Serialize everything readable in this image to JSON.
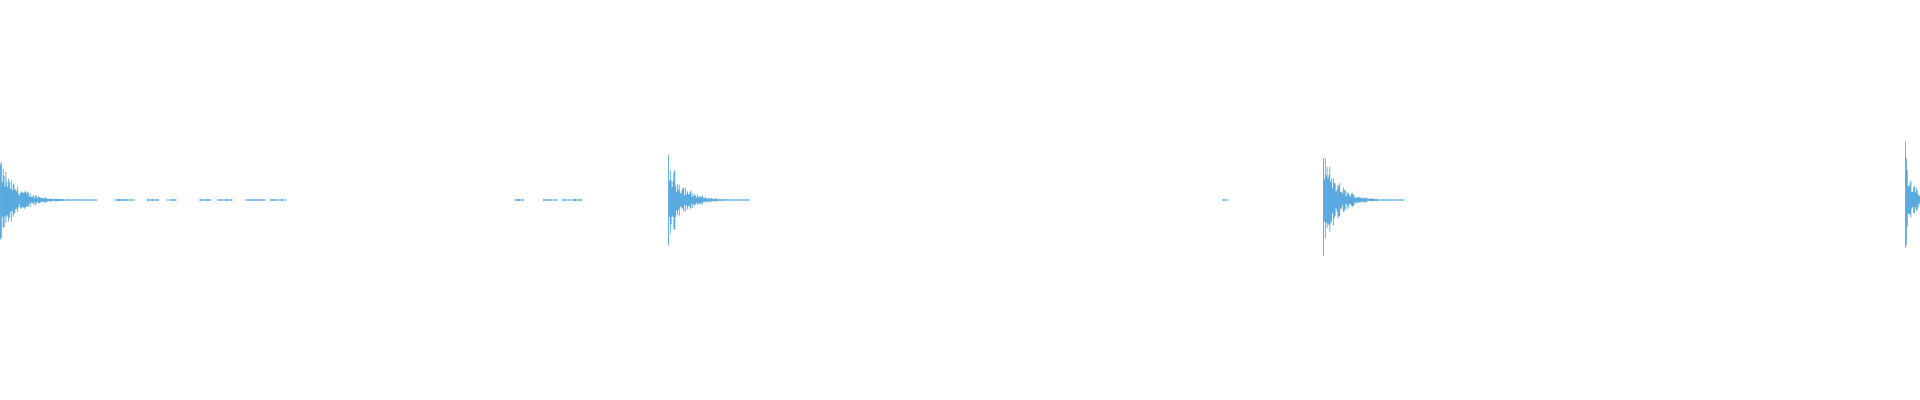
{
  "waveform": {
    "color": "#5aaae0",
    "background": "#ffffff",
    "hits": [
      {
        "time": 0.0,
        "peak": 0.38,
        "decay": 0.9
      },
      {
        "time": 0.348,
        "peak": 0.43,
        "decay": 0.75
      },
      {
        "time": 0.689,
        "peak": 0.49,
        "decay": 0.75
      },
      {
        "time": 0.992,
        "peak": 0.54,
        "decay": 0.35
      }
    ],
    "residual_segments": [
      {
        "start": 0.06,
        "end": 0.07
      },
      {
        "start": 0.077,
        "end": 0.083
      },
      {
        "start": 0.087,
        "end": 0.092
      },
      {
        "start": 0.104,
        "end": 0.11
      },
      {
        "start": 0.113,
        "end": 0.121
      },
      {
        "start": 0.128,
        "end": 0.138
      },
      {
        "start": 0.141,
        "end": 0.149
      },
      {
        "start": 0.268,
        "end": 0.273
      },
      {
        "start": 0.283,
        "end": 0.29
      },
      {
        "start": 0.293,
        "end": 0.303
      },
      {
        "start": 0.637,
        "end": 0.64
      }
    ]
  }
}
